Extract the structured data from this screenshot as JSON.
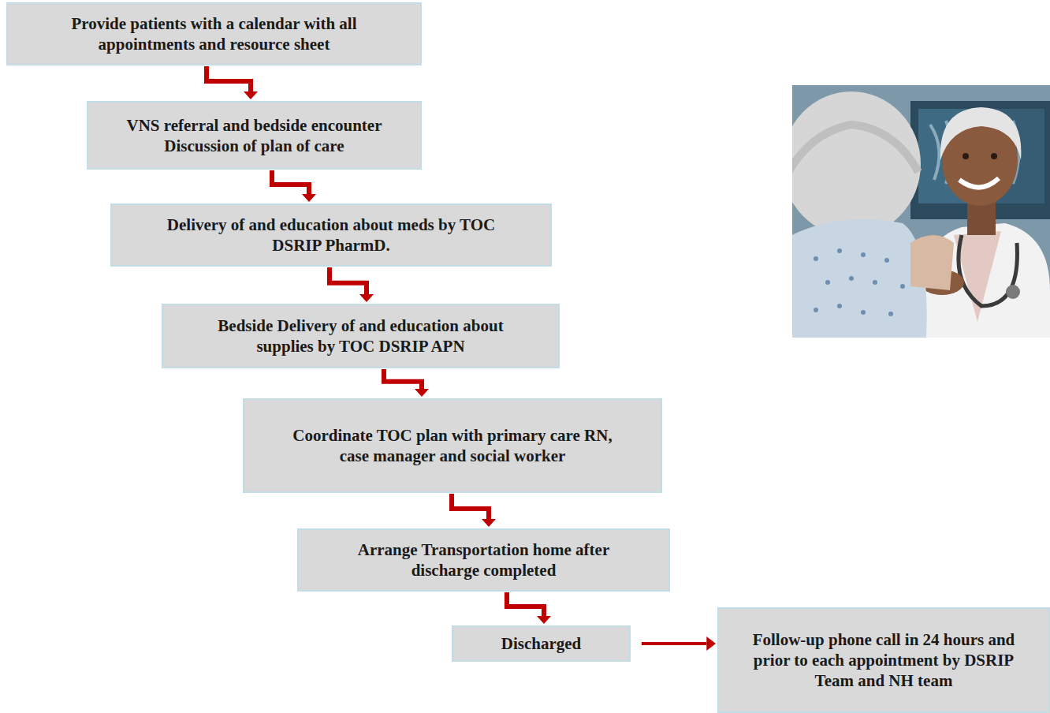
{
  "diagram": {
    "nodes": [
      {
        "text": [
          "Provide patients with a calendar with all appointments and resource sheet"
        ]
      },
      {
        "text": [
          "VNS referral and bedside encounter Discussion of plan of care"
        ]
      },
      {
        "text": [
          "Delivery of and education about meds by TOC DSRIP PharmD."
        ]
      },
      {
        "text": [
          "Bedside Delivery of and education about supplies by TOC DSRIP APN"
        ]
      },
      {
        "text": [
          "Coordinate TOC plan with primary care RN, case manager and social worker"
        ]
      },
      {
        "text": [
          "Arrange Transportation home after discharge completed"
        ]
      },
      {
        "text": [
          "Discharged"
        ]
      },
      {
        "text": [
          "Follow-up phone call in 24 hours and prior to each appointment by DSRIP Team and NH team"
        ]
      }
    ],
    "edges": [
      {
        "from": 0,
        "to": 1,
        "arrow": "to"
      },
      {
        "from": 1,
        "to": 2,
        "arrow": "to"
      },
      {
        "from": 2,
        "to": 3,
        "arrow": "to"
      },
      {
        "from": 3,
        "to": 4,
        "arrow": "to"
      },
      {
        "from": 4,
        "to": 5,
        "arrow": "to"
      },
      {
        "from": 5,
        "to": 6,
        "arrow": "to"
      },
      {
        "from": 6,
        "to": 7,
        "arrow": "to"
      }
    ]
  }
}
